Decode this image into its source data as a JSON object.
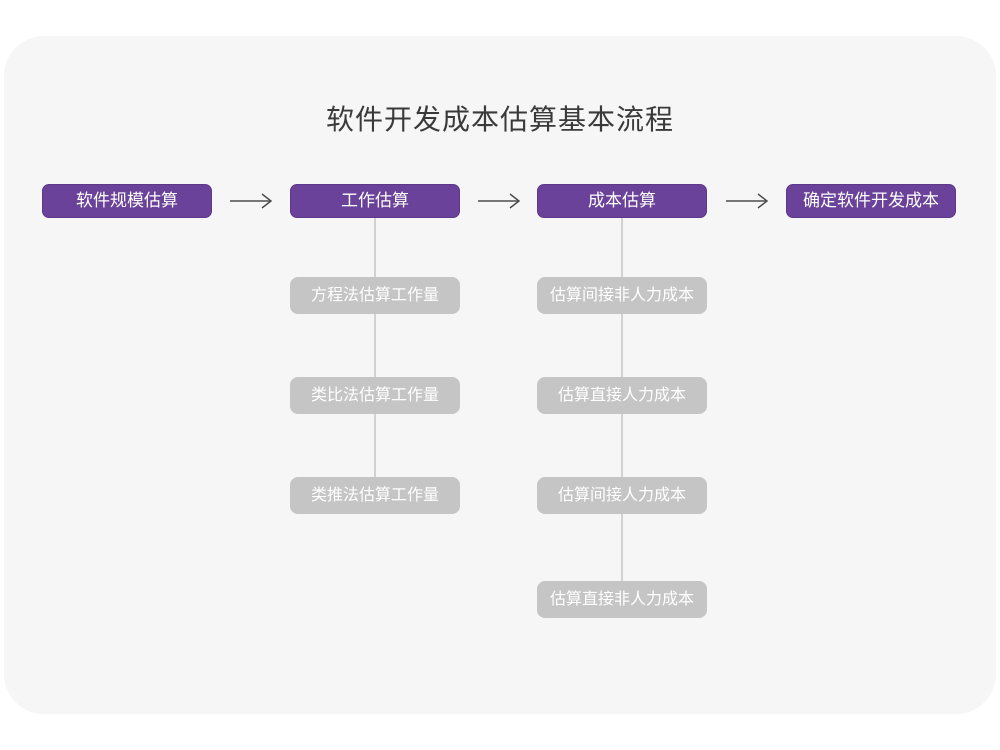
{
  "title": "软件开发成本估算基本流程",
  "colors": {
    "accent_purple": "#6b4299",
    "substep_gray": "#c5c5c5",
    "card_background": "#f6f6f7",
    "page_background": "#ffffff",
    "connector_line": "#d2d2d2",
    "arrow": "#4d4d4d",
    "title_text": "#3a3a3a",
    "box_text": "#ffffff"
  },
  "flow": {
    "main_steps": [
      {
        "label": "软件规模估算",
        "sub_steps": []
      },
      {
        "label": "工作估算",
        "sub_steps": [
          "方程法估算工作量",
          "类比法估算工作量",
          "类推法估算工作量"
        ]
      },
      {
        "label": "成本估算",
        "sub_steps": [
          "估算间接非人力成本",
          "估算直接人力成本",
          "估算间接人力成本",
          "估算直接非人力成本"
        ]
      },
      {
        "label": "确定软件开发成本",
        "sub_steps": []
      }
    ]
  }
}
